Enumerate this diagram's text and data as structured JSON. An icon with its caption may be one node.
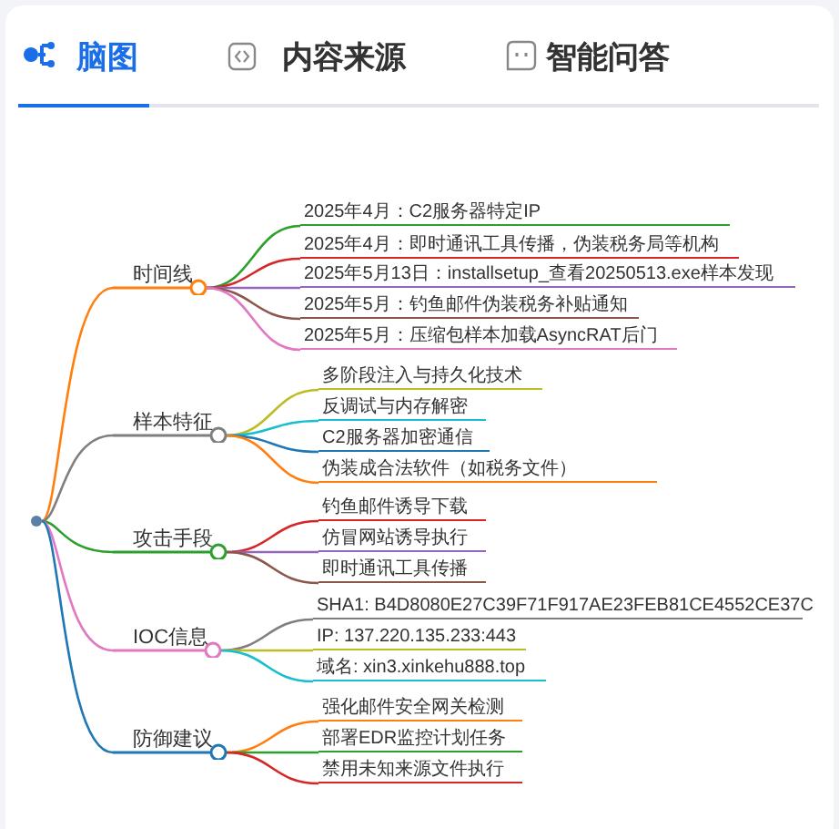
{
  "diagram": {
    "nodes": [
      {
        "text": [],
        "shape": "circle"
      },
      {
        "text": [
          "时间线"
        ]
      },
      {
        "text": [
          "2025年4月：C2服务器特定IP"
        ]
      },
      {
        "text": [
          "2025年4月：即时通讯工具传播，伪装税务局等机构"
        ]
      },
      {
        "text": [
          "2025年5月13日：installsetup_查看20250513.exe样本发现"
        ]
      },
      {
        "text": [
          "2025年5月：钓鱼邮件伪装税务补贴通知"
        ]
      },
      {
        "text": [
          "2025年5月：压缩包样本加载AsyncRAT后门"
        ]
      },
      {
        "text": [
          "样本特征"
        ]
      },
      {
        "text": [
          "多阶段注入与持久化技术"
        ]
      },
      {
        "text": [
          "反调试与内存解密"
        ]
      },
      {
        "text": [
          "C2服务器加密通信"
        ]
      },
      {
        "text": [
          "伪装成合法软件（如税务文件）"
        ]
      },
      {
        "text": [
          "攻击手段"
        ]
      },
      {
        "text": [
          "钓鱼邮件诱导下载"
        ]
      },
      {
        "text": [
          "仿冒网站诱导执行"
        ]
      },
      {
        "text": [
          "即时通讯工具传播"
        ]
      },
      {
        "text": [
          "IOC信息"
        ]
      },
      {
        "text": [
          "SHA1: B4D8080E27C39F71F917AE23FEB81CE4552CE37C"
        ]
      },
      {
        "text": [
          "IP: 137.220.135.233:443"
        ]
      },
      {
        "text": [
          "域名: xin3.xinkehu888.top"
        ]
      },
      {
        "text": [
          "防御建议"
        ]
      },
      {
        "text": [
          "强化邮件安全网关检测"
        ]
      },
      {
        "text": [
          "部署EDR监控计划任务"
        ]
      },
      {
        "text": [
          "禁用未知来源文件执行"
        ]
      }
    ],
    "edges": [
      {
        "from": 0,
        "to": 1,
        "arrow": "none",
        "color": "#ff7f0e"
      },
      {
        "from": 1,
        "to": 2,
        "arrow": "none",
        "color": "#2ca02c"
      },
      {
        "from": 1,
        "to": 3,
        "arrow": "none",
        "color": "#d62728"
      },
      {
        "from": 1,
        "to": 4,
        "arrow": "none",
        "color": "#9467bd"
      },
      {
        "from": 1,
        "to": 5,
        "arrow": "none",
        "color": "#8c564b"
      },
      {
        "from": 1,
        "to": 6,
        "arrow": "none",
        "color": "#e377c2"
      },
      {
        "from": 0,
        "to": 7,
        "arrow": "none",
        "color": "#7f7f7f"
      },
      {
        "from": 7,
        "to": 8,
        "arrow": "none",
        "color": "#bcbd22"
      },
      {
        "from": 7,
        "to": 9,
        "arrow": "none",
        "color": "#17becf"
      },
      {
        "from": 7,
        "to": 10,
        "arrow": "none",
        "color": "#1f77b4"
      },
      {
        "from": 7,
        "to": 11,
        "arrow": "none",
        "color": "#ff7f0e"
      },
      {
        "from": 0,
        "to": 12,
        "arrow": "none",
        "color": "#2ca02c"
      },
      {
        "from": 12,
        "to": 13,
        "arrow": "none",
        "color": "#d62728"
      },
      {
        "from": 12,
        "to": 14,
        "arrow": "none",
        "color": "#9467bd"
      },
      {
        "from": 12,
        "to": 15,
        "arrow": "none",
        "color": "#8c564b"
      },
      {
        "from": 0,
        "to": 16,
        "arrow": "none",
        "color": "#e377c2"
      },
      {
        "from": 16,
        "to": 17,
        "arrow": "none",
        "color": "#7f7f7f"
      },
      {
        "from": 16,
        "to": 18,
        "arrow": "none",
        "color": "#bcbd22"
      },
      {
        "from": 16,
        "to": 19,
        "arrow": "none",
        "color": "#17becf"
      },
      {
        "from": 0,
        "to": 20,
        "arrow": "none",
        "color": "#1f77b4"
      },
      {
        "from": 20,
        "to": 21,
        "arrow": "none",
        "color": "#ff7f0e"
      },
      {
        "from": 20,
        "to": 22,
        "arrow": "none",
        "color": "#2ca02c"
      },
      {
        "from": 20,
        "to": 23,
        "arrow": "none",
        "color": "#d62728"
      }
    ],
    "labels": [
      "脑图",
      "内容来源",
      "智能问答"
    ]
  }
}
